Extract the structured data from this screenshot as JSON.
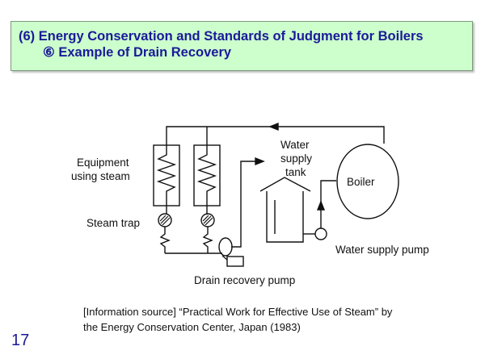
{
  "header": {
    "title_line1": "(6) Energy Conservation and Standards of Judgment for Boilers",
    "title_line2": "⑥ Example of Drain Recovery"
  },
  "diagram": {
    "labels": {
      "equipment_line1": "Equipment",
      "equipment_line2": "using steam",
      "steam_trap": "Steam trap",
      "tank_line1": "Water",
      "tank_line2": "supply",
      "tank_line3": "tank",
      "boiler": "Boiler",
      "water_supply_pump": "Water supply pump",
      "drain_recovery_pump": "Drain recovery pump"
    }
  },
  "source": {
    "line1": "[Information source] “Practical Work for Effective Use of Steam” by",
    "line2": "the Energy Conservation Center, Japan (1983)"
  },
  "page_number": "17"
}
